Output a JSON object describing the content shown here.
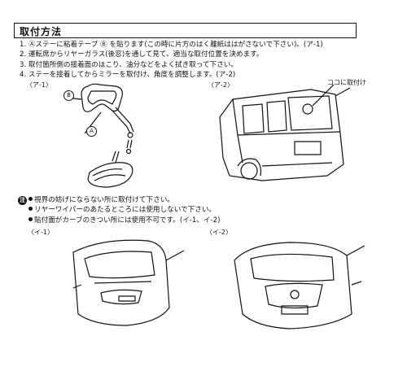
{
  "header": {
    "title": "取付方法"
  },
  "steps": [
    "1. Ⓐステーに粘着テープ Ⓑ を貼ります(この時に片方のはく離紙ははがさないで下さい)。(ア-1)",
    "2. 運転席からリヤーガラス(後窓)を通して見て、適当な取付位置を決めます。",
    "3. 取付箇所側の接着面のほこり、油分などをよく拭き取って下さい。",
    "4. ステーを接着してからミラーを取付け、角度を調整します。(ア-2)"
  ],
  "figures": {
    "a1_label": "〈ア-1〉",
    "a2_label": "〈ア-2〉",
    "a2_callout": "ココに取付け",
    "badge_a": "A",
    "badge_b": "B",
    "i1_label": "〈イ-1〉",
    "i2_label": "〈イ-2〉"
  },
  "note": {
    "badge": "注",
    "lines": [
      "視界の妨げにならない所に取付けて下さい。",
      "リヤーワイパーのあたるところには使用しないで下さい。",
      "貼付面がカーブのきつい所には使用不可です。(イ-1、イ-2)"
    ]
  }
}
